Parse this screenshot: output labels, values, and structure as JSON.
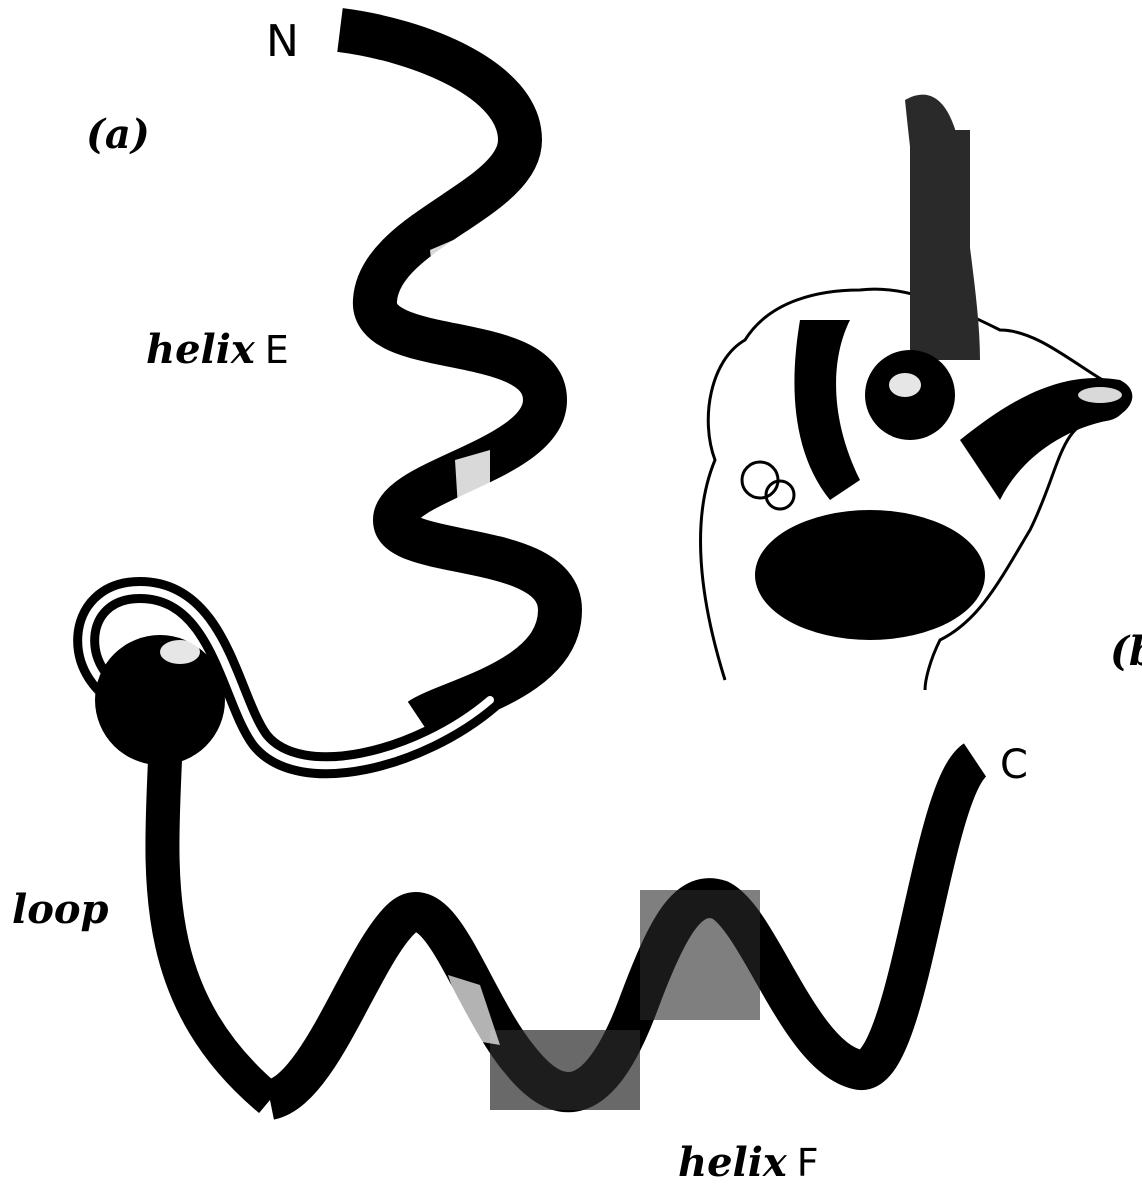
{
  "labels": {
    "n_terminus": "N",
    "panel_a": "(a)",
    "panel_b": "(b",
    "helix_e_word": "helix",
    "helix_e_letter": "E",
    "loop": "loop",
    "c_terminus": "C",
    "helix_f_word": "helix",
    "helix_f_letter": "F"
  },
  "colors": {
    "ink": "#000000",
    "ribbon_gray": "#2a2a2a",
    "background": "#ffffff"
  }
}
